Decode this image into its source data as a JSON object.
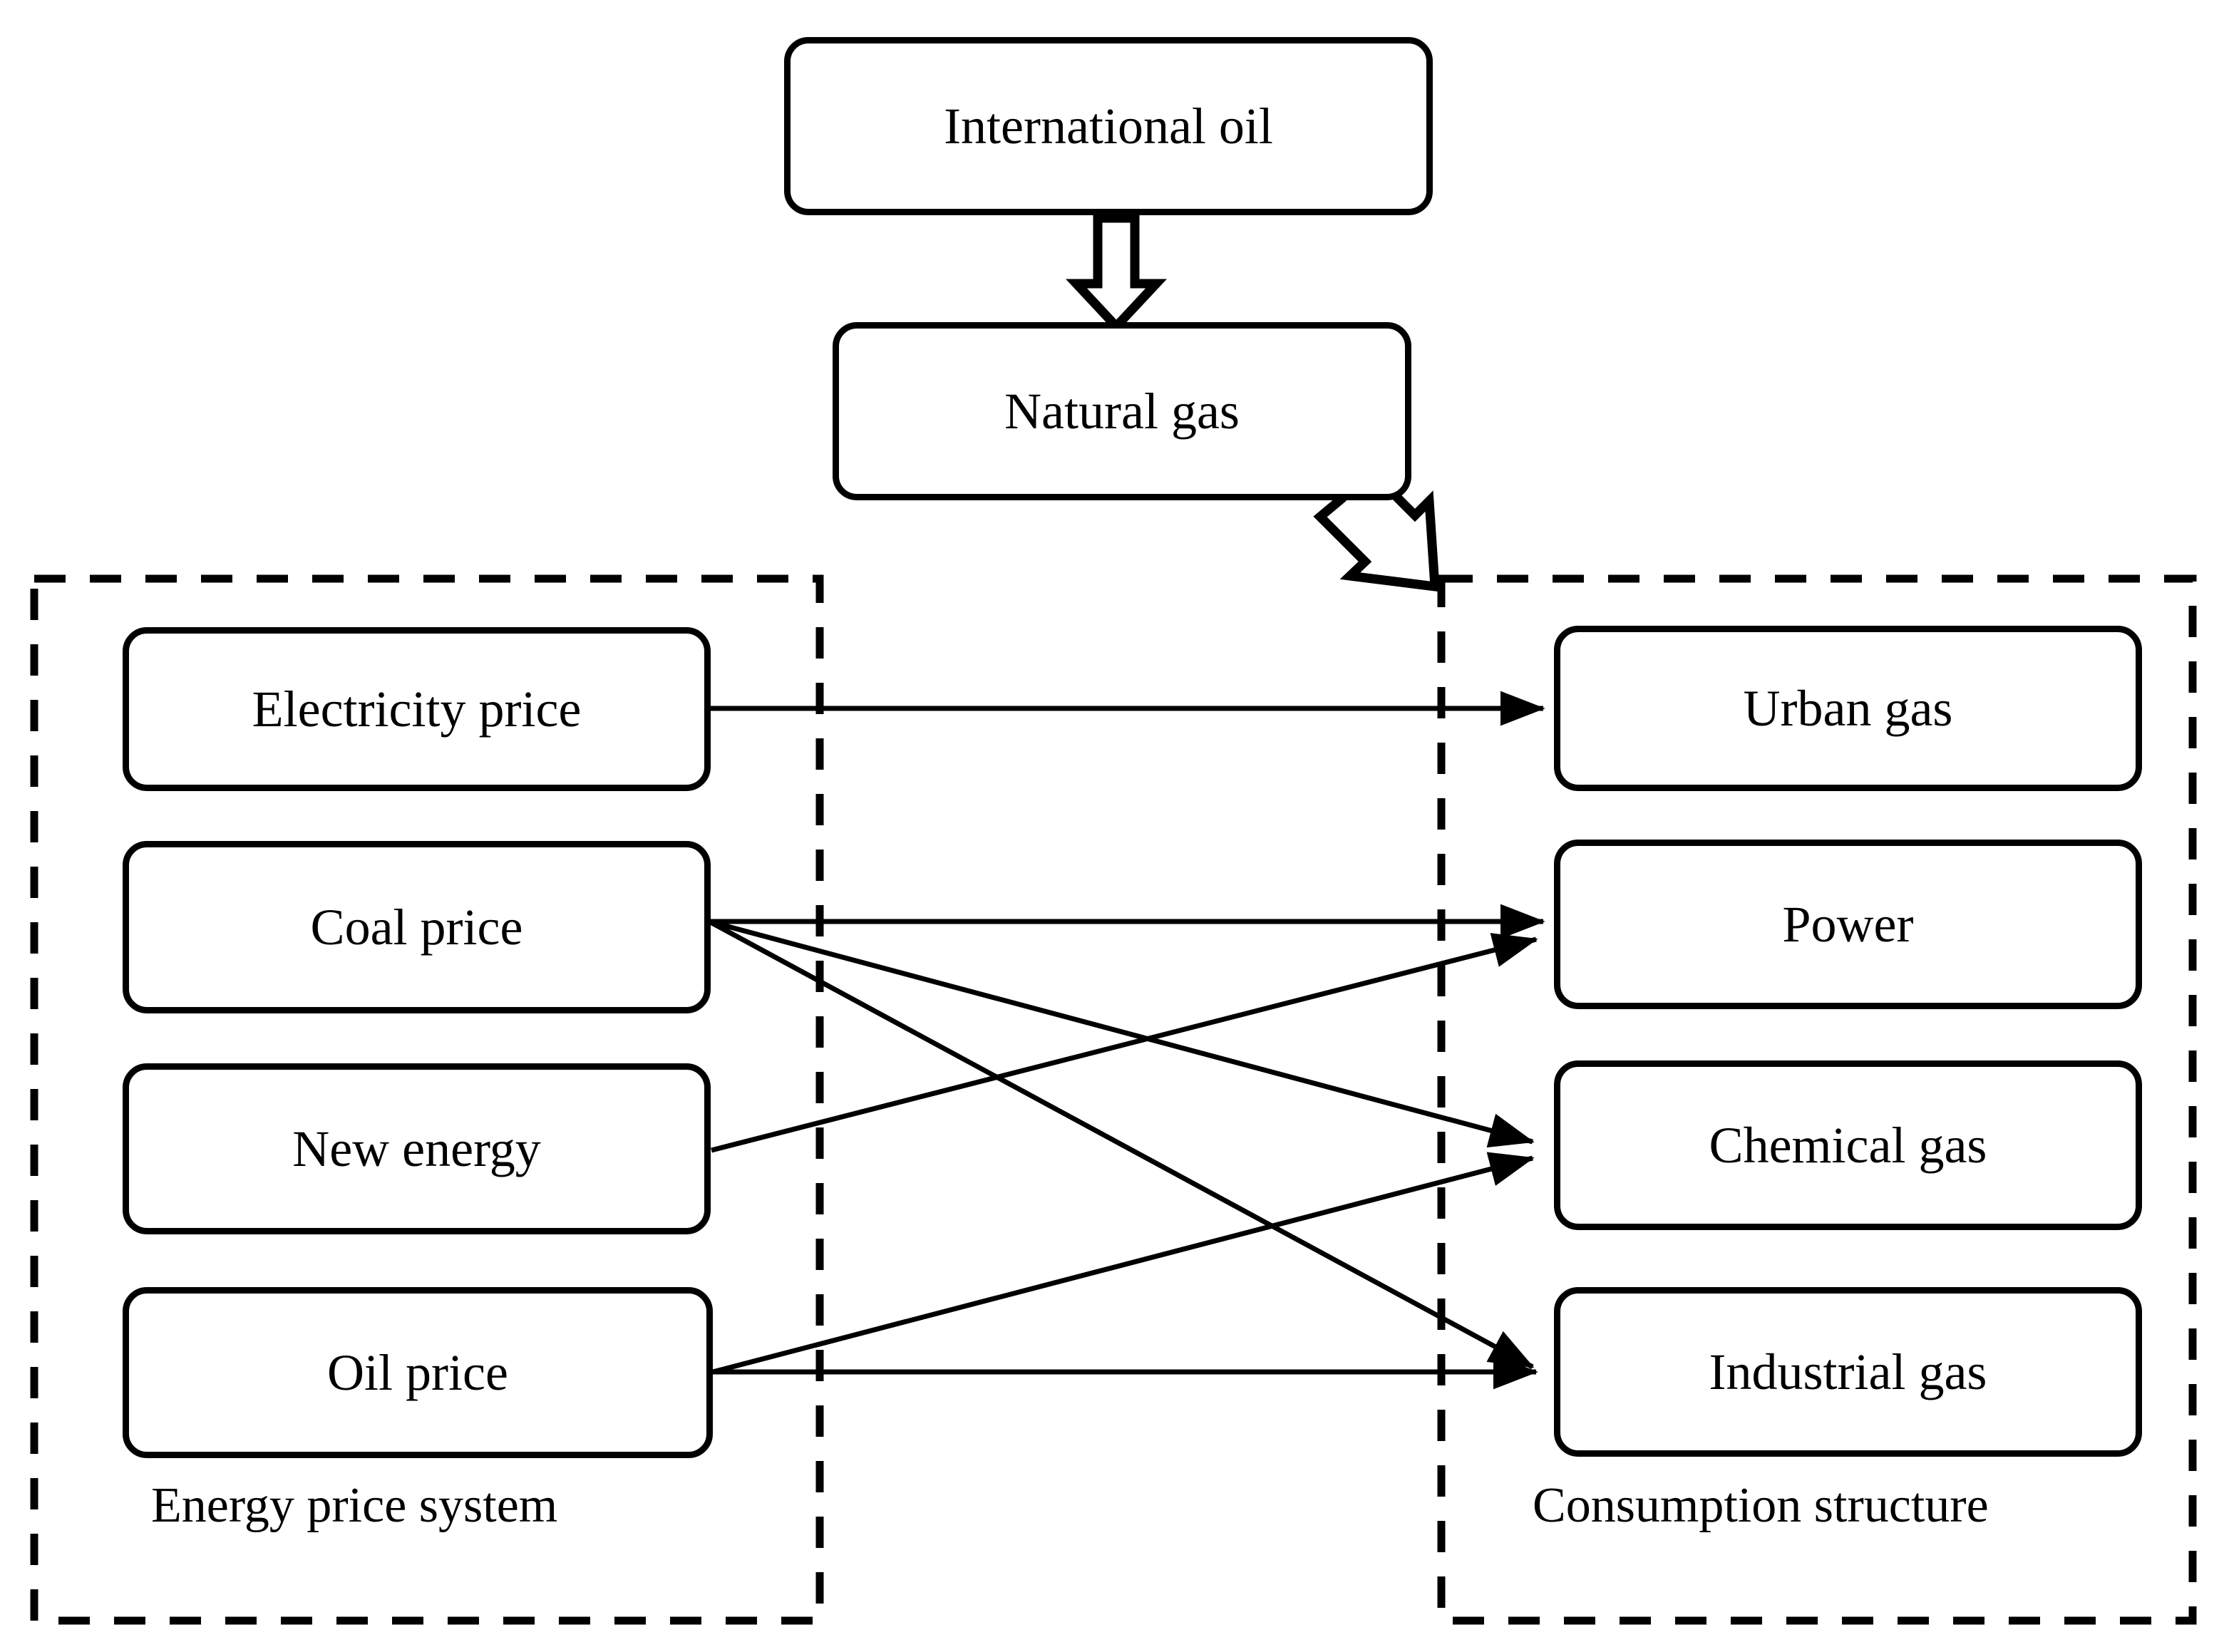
{
  "diagram": {
    "title_nodes": {
      "international_oil": "International oil",
      "natural_gas": "Natural gas"
    },
    "groups": [
      {
        "id": "energy-price-system",
        "label": "Energy price system",
        "nodes": [
          {
            "id": "electricity-price",
            "label": "Electricity price"
          },
          {
            "id": "coal-price",
            "label": "Coal price"
          },
          {
            "id": "new-energy",
            "label": "New energy"
          },
          {
            "id": "oil-price",
            "label": "Oil price"
          }
        ]
      },
      {
        "id": "consumption-structure",
        "label": "Consumption structure",
        "nodes": [
          {
            "id": "urban-gas",
            "label": "Urban gas"
          },
          {
            "id": "power",
            "label": "Power"
          },
          {
            "id": "chemical-gas",
            "label": "Chemical gas"
          },
          {
            "id": "industrial-gas",
            "label": "Industrial gas"
          }
        ]
      }
    ],
    "block_arrows": [
      {
        "id": "oil-to-gas",
        "from": "international-oil",
        "to": "natural-gas",
        "direction": "down"
      },
      {
        "id": "gas-to-consumption",
        "from": "natural-gas",
        "to": "consumption-structure",
        "direction": "down-right"
      }
    ],
    "connections": [
      {
        "from": "electricity-price",
        "to": "urban-gas"
      },
      {
        "from": "coal-price",
        "to": "power"
      },
      {
        "from": "coal-price",
        "to": "chemical-gas"
      },
      {
        "from": "coal-price",
        "to": "industrial-gas"
      },
      {
        "from": "new-energy",
        "to": "power"
      },
      {
        "from": "oil-price",
        "to": "chemical-gas"
      },
      {
        "from": "oil-price",
        "to": "industrial-gas"
      }
    ],
    "colors": {
      "stroke": "#000000",
      "fill": "#ffffff",
      "background": "#ffffff"
    }
  }
}
